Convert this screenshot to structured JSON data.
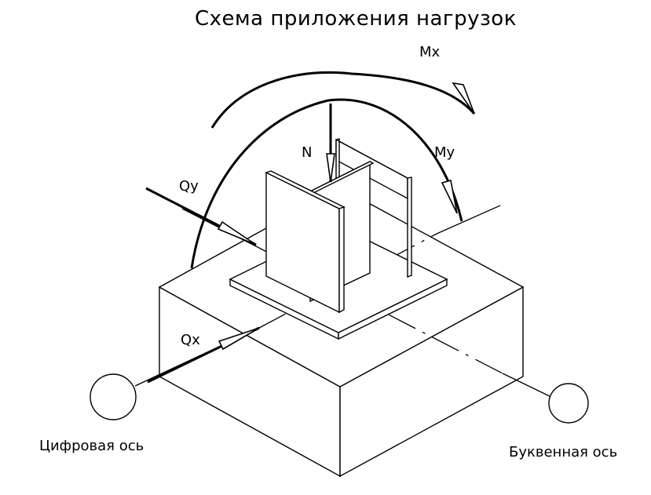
{
  "title": "Схема приложения нагрузок",
  "loads": {
    "mx": "Mx",
    "my": "My",
    "n": "N",
    "qy": "Qy",
    "qx": "Qx"
  },
  "axes": {
    "digital": "Цифровая ось",
    "letter": "Буквенная ось"
  }
}
